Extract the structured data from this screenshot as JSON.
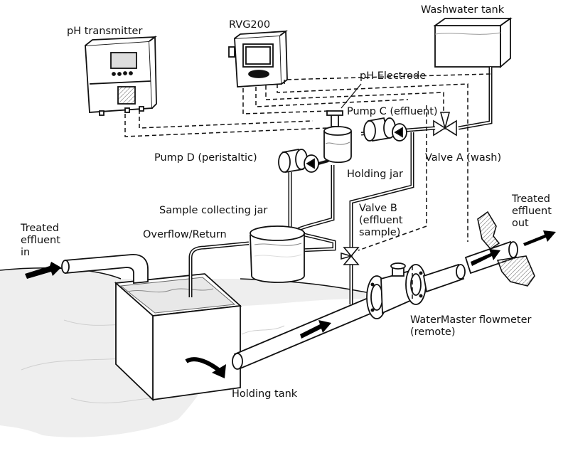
{
  "labels": {
    "ph_transmitter": "pH transmitter",
    "rvg200": "RVG200",
    "washwater_tank": "Washwater tank",
    "ph_electrode": "pH Electrode",
    "pump_c": "Pump C (effluent)",
    "pump_d": "Pump D (peristaltic)",
    "valve_a": "Valve A (wash)",
    "holding_jar": "Holding jar",
    "sample_collecting_jar": "Sample collecting jar",
    "valve_b": "Valve B\n(effluent\nsample)",
    "treated_in": "Treated\neffluent\nin",
    "treated_out": "Treated\neffluent\nout",
    "overflow_return": "Overflow/Return",
    "watermaster": "WaterMaster flowmeter\n(remote)",
    "holding_tank": "Holding tank"
  },
  "colors": {
    "line": "#111111",
    "fill": "#ffffff",
    "water": "#e6e6e6",
    "arrow": "#000000"
  },
  "icons": [
    "transmitter-device",
    "recorder-device",
    "pump",
    "valve",
    "flowmeter",
    "tank",
    "flow-arrow"
  ]
}
